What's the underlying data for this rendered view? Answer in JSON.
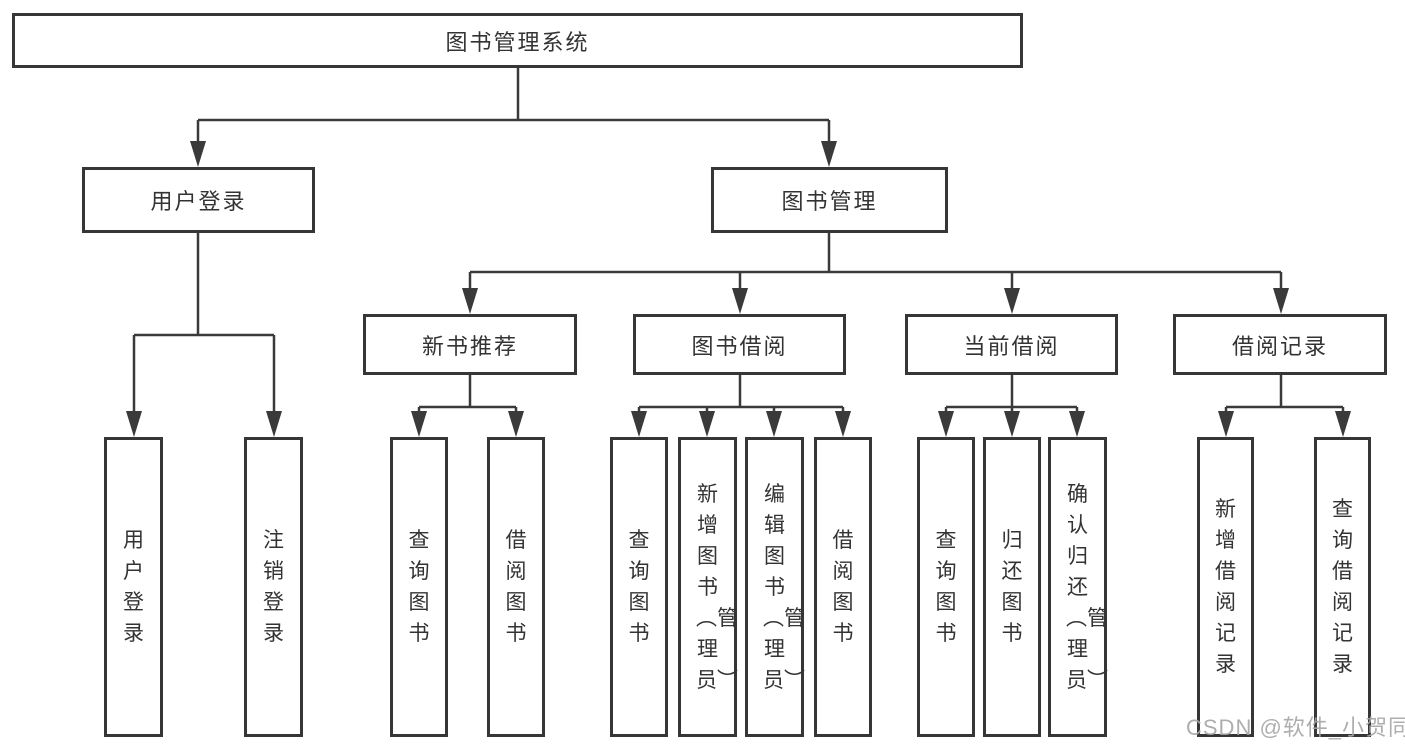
{
  "diagram": {
    "root": {
      "label": "图书管理系统"
    },
    "user_login": {
      "label": "用户登录",
      "children": {
        "login": {
          "label": "用户登录"
        },
        "logout": {
          "label": "注销登录"
        }
      }
    },
    "book_mgmt": {
      "label": "图书管理"
    },
    "new_book_rec": {
      "label": "新书推荐",
      "children": {
        "query": {
          "label": "查询图书"
        },
        "borrow": {
          "label": "借阅图书"
        }
      }
    },
    "book_borrow": {
      "label": "图书借阅",
      "children": {
        "query": {
          "label": "查询图书"
        },
        "add": {
          "label": "新增图书︵管理员︶"
        },
        "edit": {
          "label": "编辑图书︵管理员︶"
        },
        "borrow": {
          "label": "借阅图书"
        }
      }
    },
    "current_borrow": {
      "label": "当前借阅",
      "children": {
        "query": {
          "label": "查询图书"
        },
        "return": {
          "label": "归还图书"
        },
        "confirm": {
          "label": "确认归还︵管理员︶"
        }
      }
    },
    "borrow_records": {
      "label": "借阅记录",
      "children": {
        "add_record": {
          "label": "新增借阅记录"
        },
        "query_record": {
          "label": "查询借阅记录"
        }
      }
    },
    "colors": {
      "line": "#3a3a3a",
      "border": "#363636",
      "text": "#333333",
      "background": "#ffffff",
      "watermark": "#a6a6a6"
    }
  },
  "watermark": {
    "text": "CSDN @软件_小贺同学"
  }
}
